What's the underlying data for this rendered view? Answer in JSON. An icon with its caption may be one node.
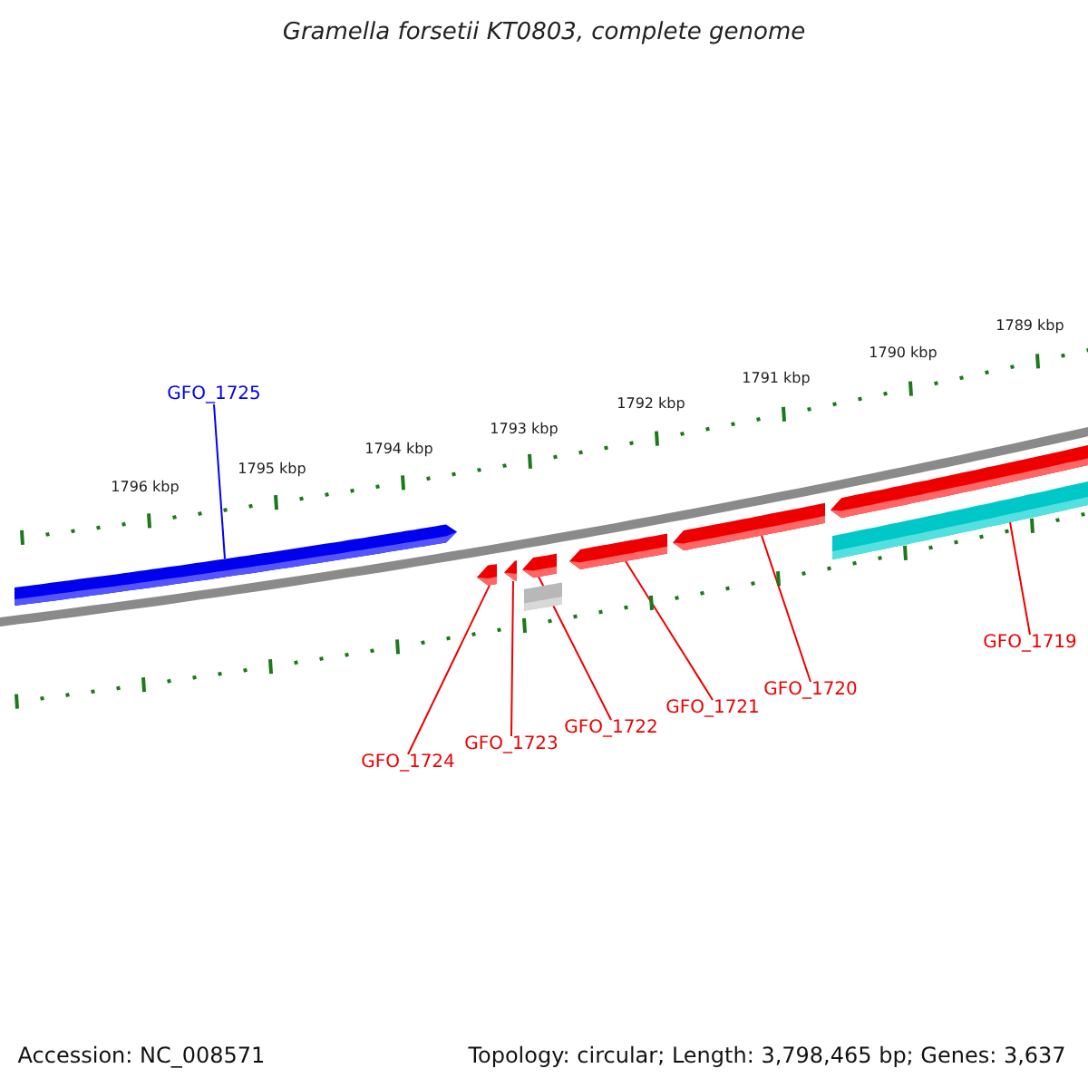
{
  "diagram": {
    "title": "Gramella forsetii KT0803, complete genome",
    "nodes": [
      {
        "text": [
          "GFO_1725"
        ]
      },
      {
        "text": [],
        "shape": "arrow"
      },
      {
        "text": [],
        "shape": "arrow"
      },
      {
        "text": [],
        "shape": "bar"
      },
      {
        "text": [],
        "shape": "arrow"
      },
      {
        "text": [],
        "shape": "arrow"
      },
      {
        "text": [],
        "shape": "arrow"
      },
      {
        "text": [],
        "shape": "arrow"
      },
      {
        "text": [],
        "shape": "arrow"
      },
      {
        "text": [],
        "shape": "bar"
      },
      {
        "text": [
          "GFO_1724"
        ]
      },
      {
        "text": [
          "GFO_1723"
        ]
      },
      {
        "text": [
          "GFO_1722"
        ]
      },
      {
        "text": [
          "GFO_1721"
        ]
      },
      {
        "text": [
          "GFO_1720"
        ]
      },
      {
        "text": [
          "GFO_1719"
        ]
      }
    ],
    "edges": [
      {
        "from": 0,
        "to": 1,
        "arrow": "none",
        "color": "#0000ff"
      },
      {
        "from": 10,
        "to": 8,
        "arrow": "none"
      },
      {
        "from": 11,
        "to": 7,
        "arrow": "none"
      },
      {
        "from": 12,
        "to": 6,
        "arrow": "none"
      },
      {
        "from": 13,
        "to": 5,
        "arrow": "none"
      },
      {
        "from": 14,
        "to": 4,
        "arrow": "none"
      },
      {
        "from": 15,
        "to": 3,
        "arrow": "none"
      }
    ],
    "labels": [
      "1789 kbp",
      "1790 kbp",
      "1791 kbp",
      "1792 kbp",
      "1793 kbp",
      "1794 kbp",
      "1795 kbp",
      "1796 kbp",
      "Accession: NC_008571",
      "Topology: circular; Length: 3,798,465 bp; Genes: 3,637"
    ]
  }
}
